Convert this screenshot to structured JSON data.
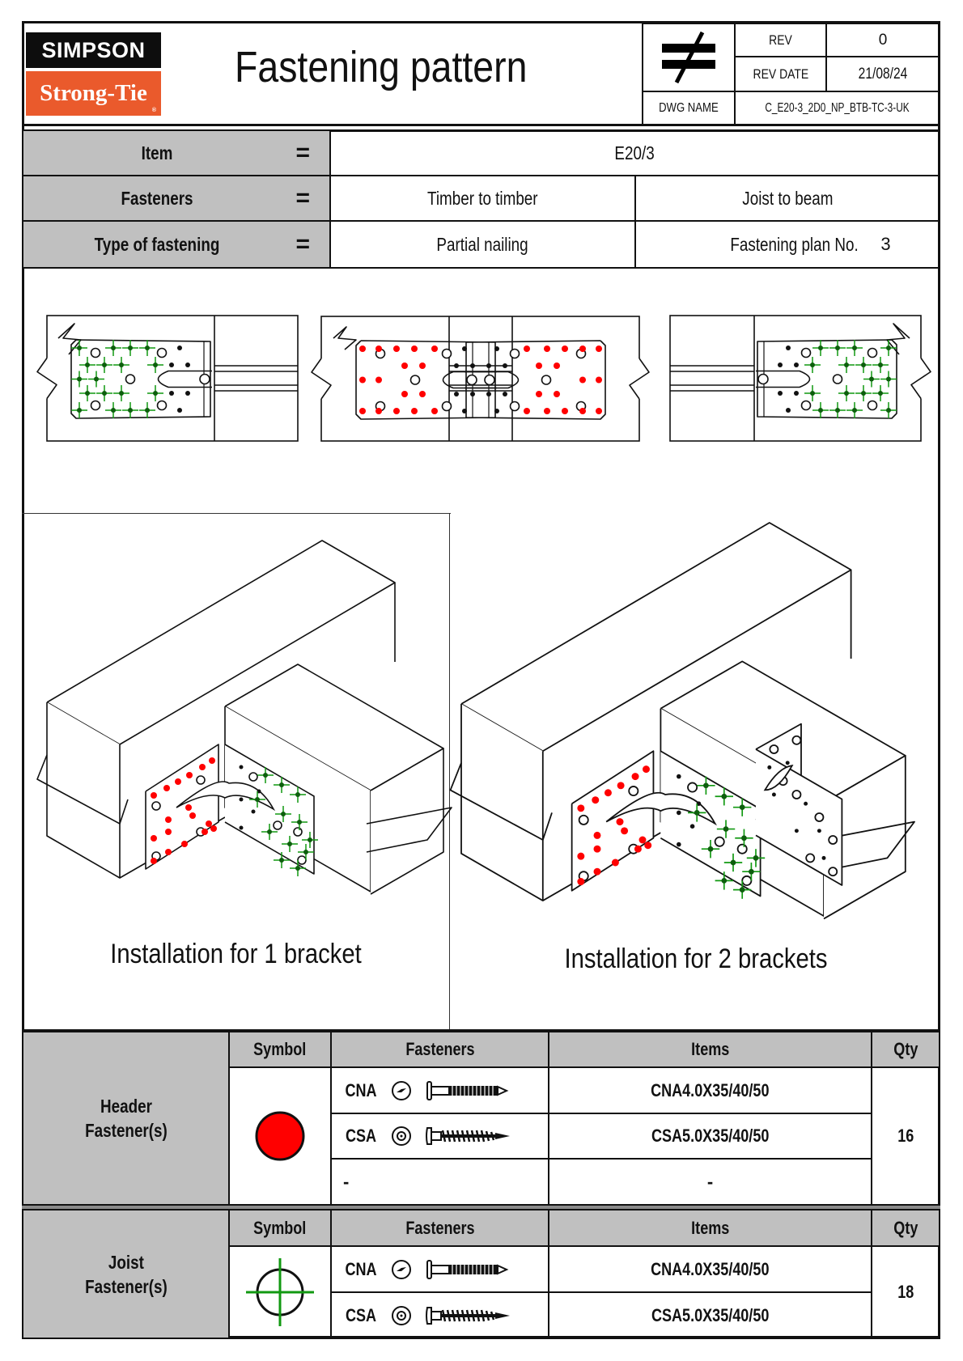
{
  "logo": {
    "line1": "SIMPSON",
    "line2": "Strong-Tie",
    "registered": "®"
  },
  "header": {
    "title": "Fastening pattern",
    "symbol_icon": "not-equal-icon",
    "rev_label": "REV",
    "rev_value": "0",
    "rev_date_label": "REV DATE",
    "rev_date_value": "21/08/24",
    "dwg_name_label": "DWG NAME",
    "dwg_name_value": "C_E20-3_2D0_NP_BTB-TC-3-UK"
  },
  "info": {
    "equals": "=",
    "rows": [
      {
        "label": "Item",
        "values": [
          "E20/3"
        ]
      },
      {
        "label": "Fasteners",
        "values": [
          "Timber to timber",
          "Joist to beam"
        ]
      },
      {
        "label": "Type of fastening",
        "values": [
          "Partial nailing",
          "Fastening plan No."
        ],
        "plan_no": "3"
      }
    ]
  },
  "drawings": {
    "plan_views": [
      "plan-view-joist-side",
      "plan-view-two-brackets",
      "plan-view-joist-side-mirrored"
    ],
    "captions": [
      "Installation for 1 bracket",
      "Installation for 2 brackets"
    ],
    "colors": {
      "header_fastener": "#ff0000",
      "joist_fastener": "#119911"
    }
  },
  "fastener_tables": [
    {
      "group": "Header\nFastener(s)",
      "group_line1": "Header",
      "group_line2": "Fastener(s)",
      "columns": [
        "Symbol",
        "Fasteners",
        "Items",
        "Qty"
      ],
      "symbol": "red-filled-circle",
      "rows": [
        {
          "fastener": "CNA",
          "head_icon": "cna-head-icon",
          "shank_icon": "nail-icon",
          "item": "CNA4.0X35/40/50"
        },
        {
          "fastener": "CSA",
          "head_icon": "csa-head-icon",
          "shank_icon": "screw-icon",
          "item": "CSA5.0X35/40/50"
        },
        {
          "fastener": "-",
          "item": "-"
        }
      ],
      "qty": "16"
    },
    {
      "group_line1": "Joist",
      "group_line2": "Fastener(s)",
      "columns": [
        "Symbol",
        "Fasteners",
        "Items",
        "Qty"
      ],
      "symbol": "green-crosshair-circle",
      "rows": [
        {
          "fastener": "CNA",
          "head_icon": "cna-head-icon",
          "shank_icon": "nail-icon",
          "item": "CNA4.0X35/40/50"
        },
        {
          "fastener": "CSA",
          "head_icon": "csa-head-icon",
          "shank_icon": "screw-icon",
          "item": "CSA5.0X35/40/50"
        }
      ],
      "qty": "18"
    }
  ]
}
